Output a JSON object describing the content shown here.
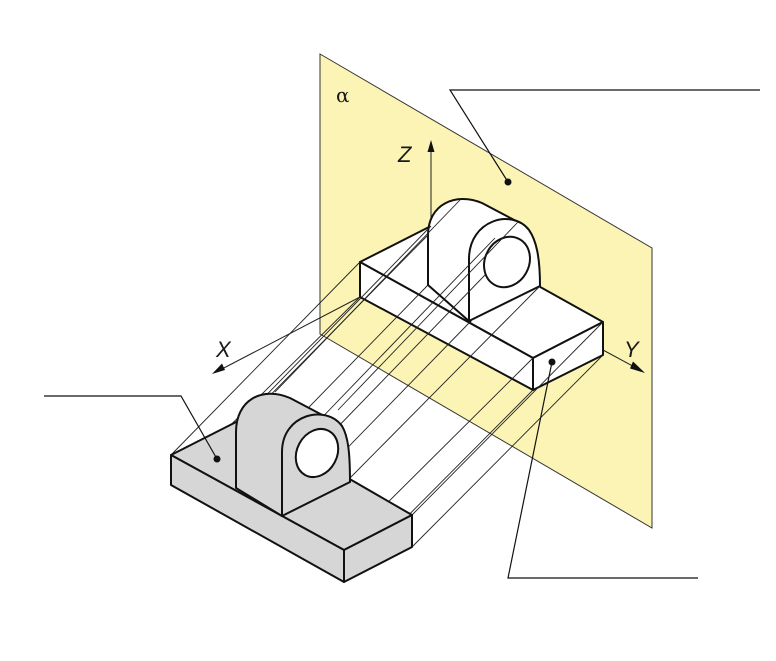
{
  "diagram": {
    "plane_label": "α",
    "axis_x_label": "X",
    "axis_y_label": "Y",
    "axis_z_label": "Z"
  },
  "colors": {
    "plane_fill": "#FBF4B5",
    "plane_stroke": "#333333",
    "projection_fill": "#D6D6D6",
    "object_fill": "#FFFFFF",
    "line": "#111111"
  }
}
